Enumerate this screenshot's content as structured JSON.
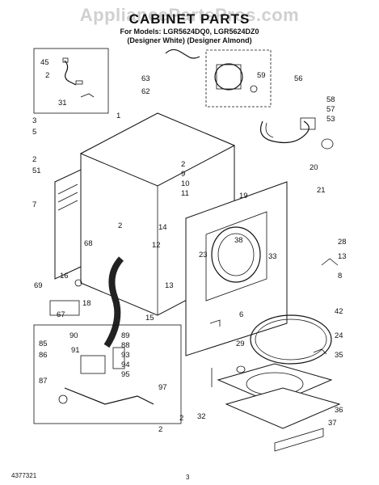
{
  "watermark": "AppliancePartsPros.com",
  "title": "CABINET PARTS",
  "models_line": "For Models: LGR5624DQ0, LGR5624DZ0",
  "variant_line": "(Designer White) (Designer Almond)",
  "document_number": "4377321",
  "page_number": "3",
  "callouts": [
    "45",
    "2",
    "31",
    "63",
    "62",
    "59",
    "56",
    "58",
    "57",
    "53",
    "3",
    "5",
    "2",
    "51",
    "7",
    "1",
    "2",
    "9",
    "10",
    "11",
    "20",
    "19",
    "21",
    "2",
    "68",
    "14",
    "12",
    "13",
    "38",
    "23",
    "33",
    "28",
    "13",
    "8",
    "16",
    "69",
    "18",
    "67",
    "15",
    "6",
    "42",
    "24",
    "35",
    "29",
    "85",
    "90",
    "89",
    "88",
    "93",
    "86",
    "91",
    "94",
    "95",
    "87",
    "97",
    "2",
    "32",
    "36",
    "37",
    "2"
  ]
}
